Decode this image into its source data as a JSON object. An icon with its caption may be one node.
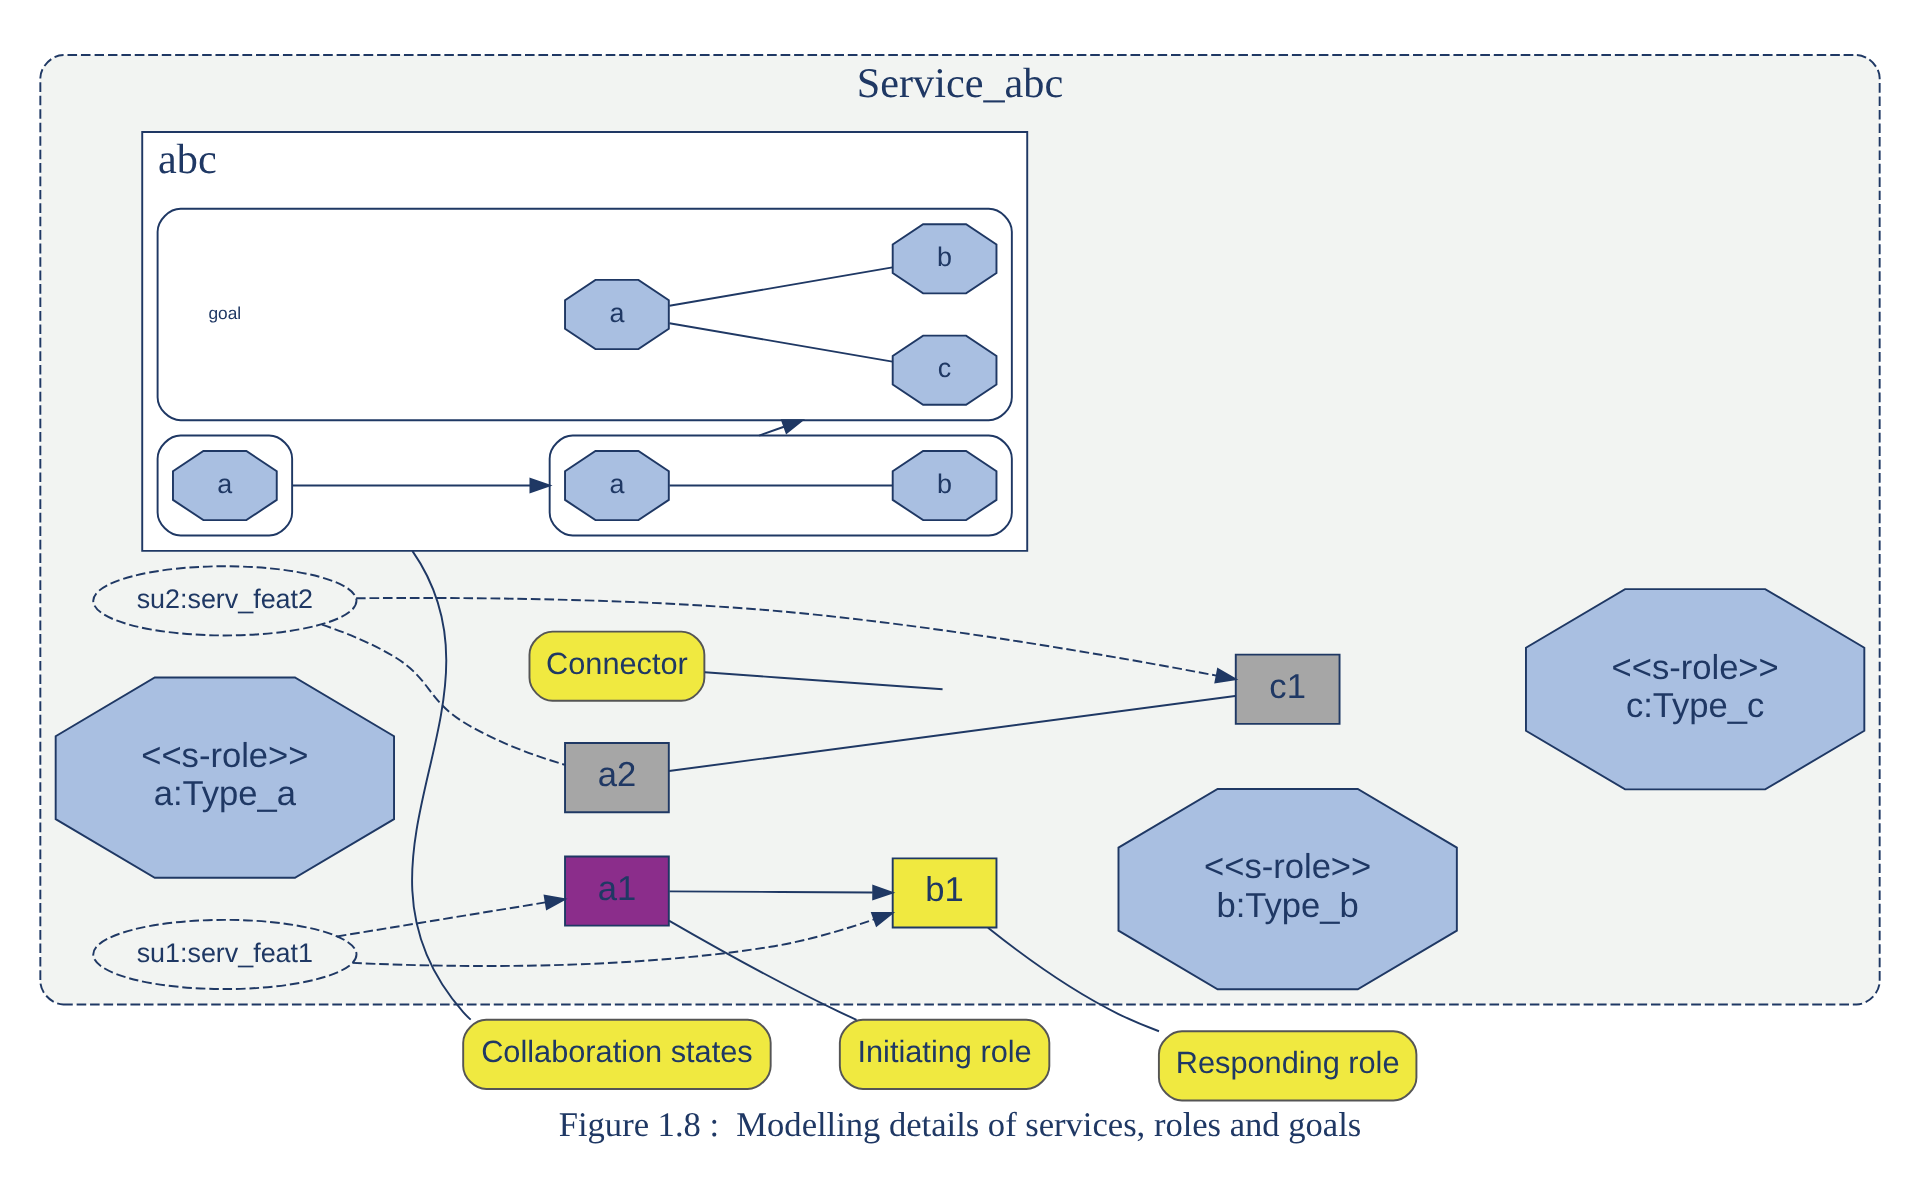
{
  "diagram": {
    "caption": "Figure 1.8 :  Modelling details of services, roles and goals",
    "nodes": [
      {
        "text": [
          "Service_abc"
        ]
      },
      {
        "text": [
          "abc"
        ],
        "in": 0
      },
      {
        "text": [],
        "shape": "box",
        "in": 1
      },
      {
        "text": [
          "a"
        ],
        "in": 2
      },
      {
        "text": [],
        "shape": "box",
        "in": 1
      },
      {
        "text": [
          "a"
        ],
        "in": 4
      },
      {
        "text": [
          "b"
        ],
        "in": 4
      },
      {
        "text": [],
        "shape": "box",
        "in": 1
      },
      {
        "text": [
          "c"
        ],
        "in": 7
      },
      {
        "text": [
          "a"
        ],
        "in": 7
      },
      {
        "text": [
          "b"
        ],
        "in": 7
      },
      {
        "text": [
          "Collaboration states"
        ]
      },
      {
        "text": [
          "su2:serv_feat2"
        ],
        "in": 0
      },
      {
        "text": [
          "Connector"
        ],
        "in": 0
      },
      {
        "text": [
          "<<s-role>>",
          "c:Type_c"
        ],
        "in": 0
      },
      {
        "text": [
          "c1"
        ],
        "in": 0
      },
      {
        "text": [
          "<<s-role>>",
          "a:Type_a"
        ],
        "in": 0
      },
      {
        "text": [
          "a2"
        ],
        "in": 0
      },
      {
        "text": [
          "a1"
        ],
        "in": 0
      },
      {
        "text": [
          "su1:serv_feat1"
        ],
        "in": 0
      },
      {
        "text": [
          "<<s-role>>",
          "b:Type_b"
        ],
        "in": 0
      },
      {
        "text": [
          "b1"
        ],
        "in": 0
      },
      {
        "text": [
          "Initiating role"
        ]
      },
      {
        "text": [
          "Responding role"
        ]
      }
    ],
    "edges": [
      {
        "from": 2,
        "to": 4,
        "arrow": "to"
      },
      {
        "from": 4,
        "to": 7,
        "arrow": "to"
      },
      {
        "from": 5,
        "to": 6,
        "arrow": "none"
      },
      {
        "from": 9,
        "to": 8,
        "arrow": "none"
      },
      {
        "from": 9,
        "to": 10,
        "arrow": "none"
      },
      {
        "from": 11,
        "to": 1,
        "arrow": "none"
      },
      {
        "from": 12,
        "to": 17,
        "arrow": "none",
        "style": "dashed"
      },
      {
        "from": 12,
        "to": 15,
        "arrow": "to",
        "style": "dashed"
      },
      {
        "from": 13,
        "to": null,
        "arrow": "none"
      },
      {
        "from": 17,
        "to": 15,
        "arrow": "none"
      },
      {
        "from": 18,
        "to": 21,
        "arrow": "to"
      },
      {
        "from": 19,
        "to": 18,
        "arrow": "to",
        "style": "dashed"
      },
      {
        "from": 19,
        "to": 21,
        "arrow": "to",
        "style": "dashed"
      },
      {
        "from": 22,
        "to": 18,
        "arrow": "none"
      },
      {
        "from": 23,
        "to": 21,
        "arrow": "none"
      }
    ],
    "labels": [
      "goal"
    ]
  }
}
